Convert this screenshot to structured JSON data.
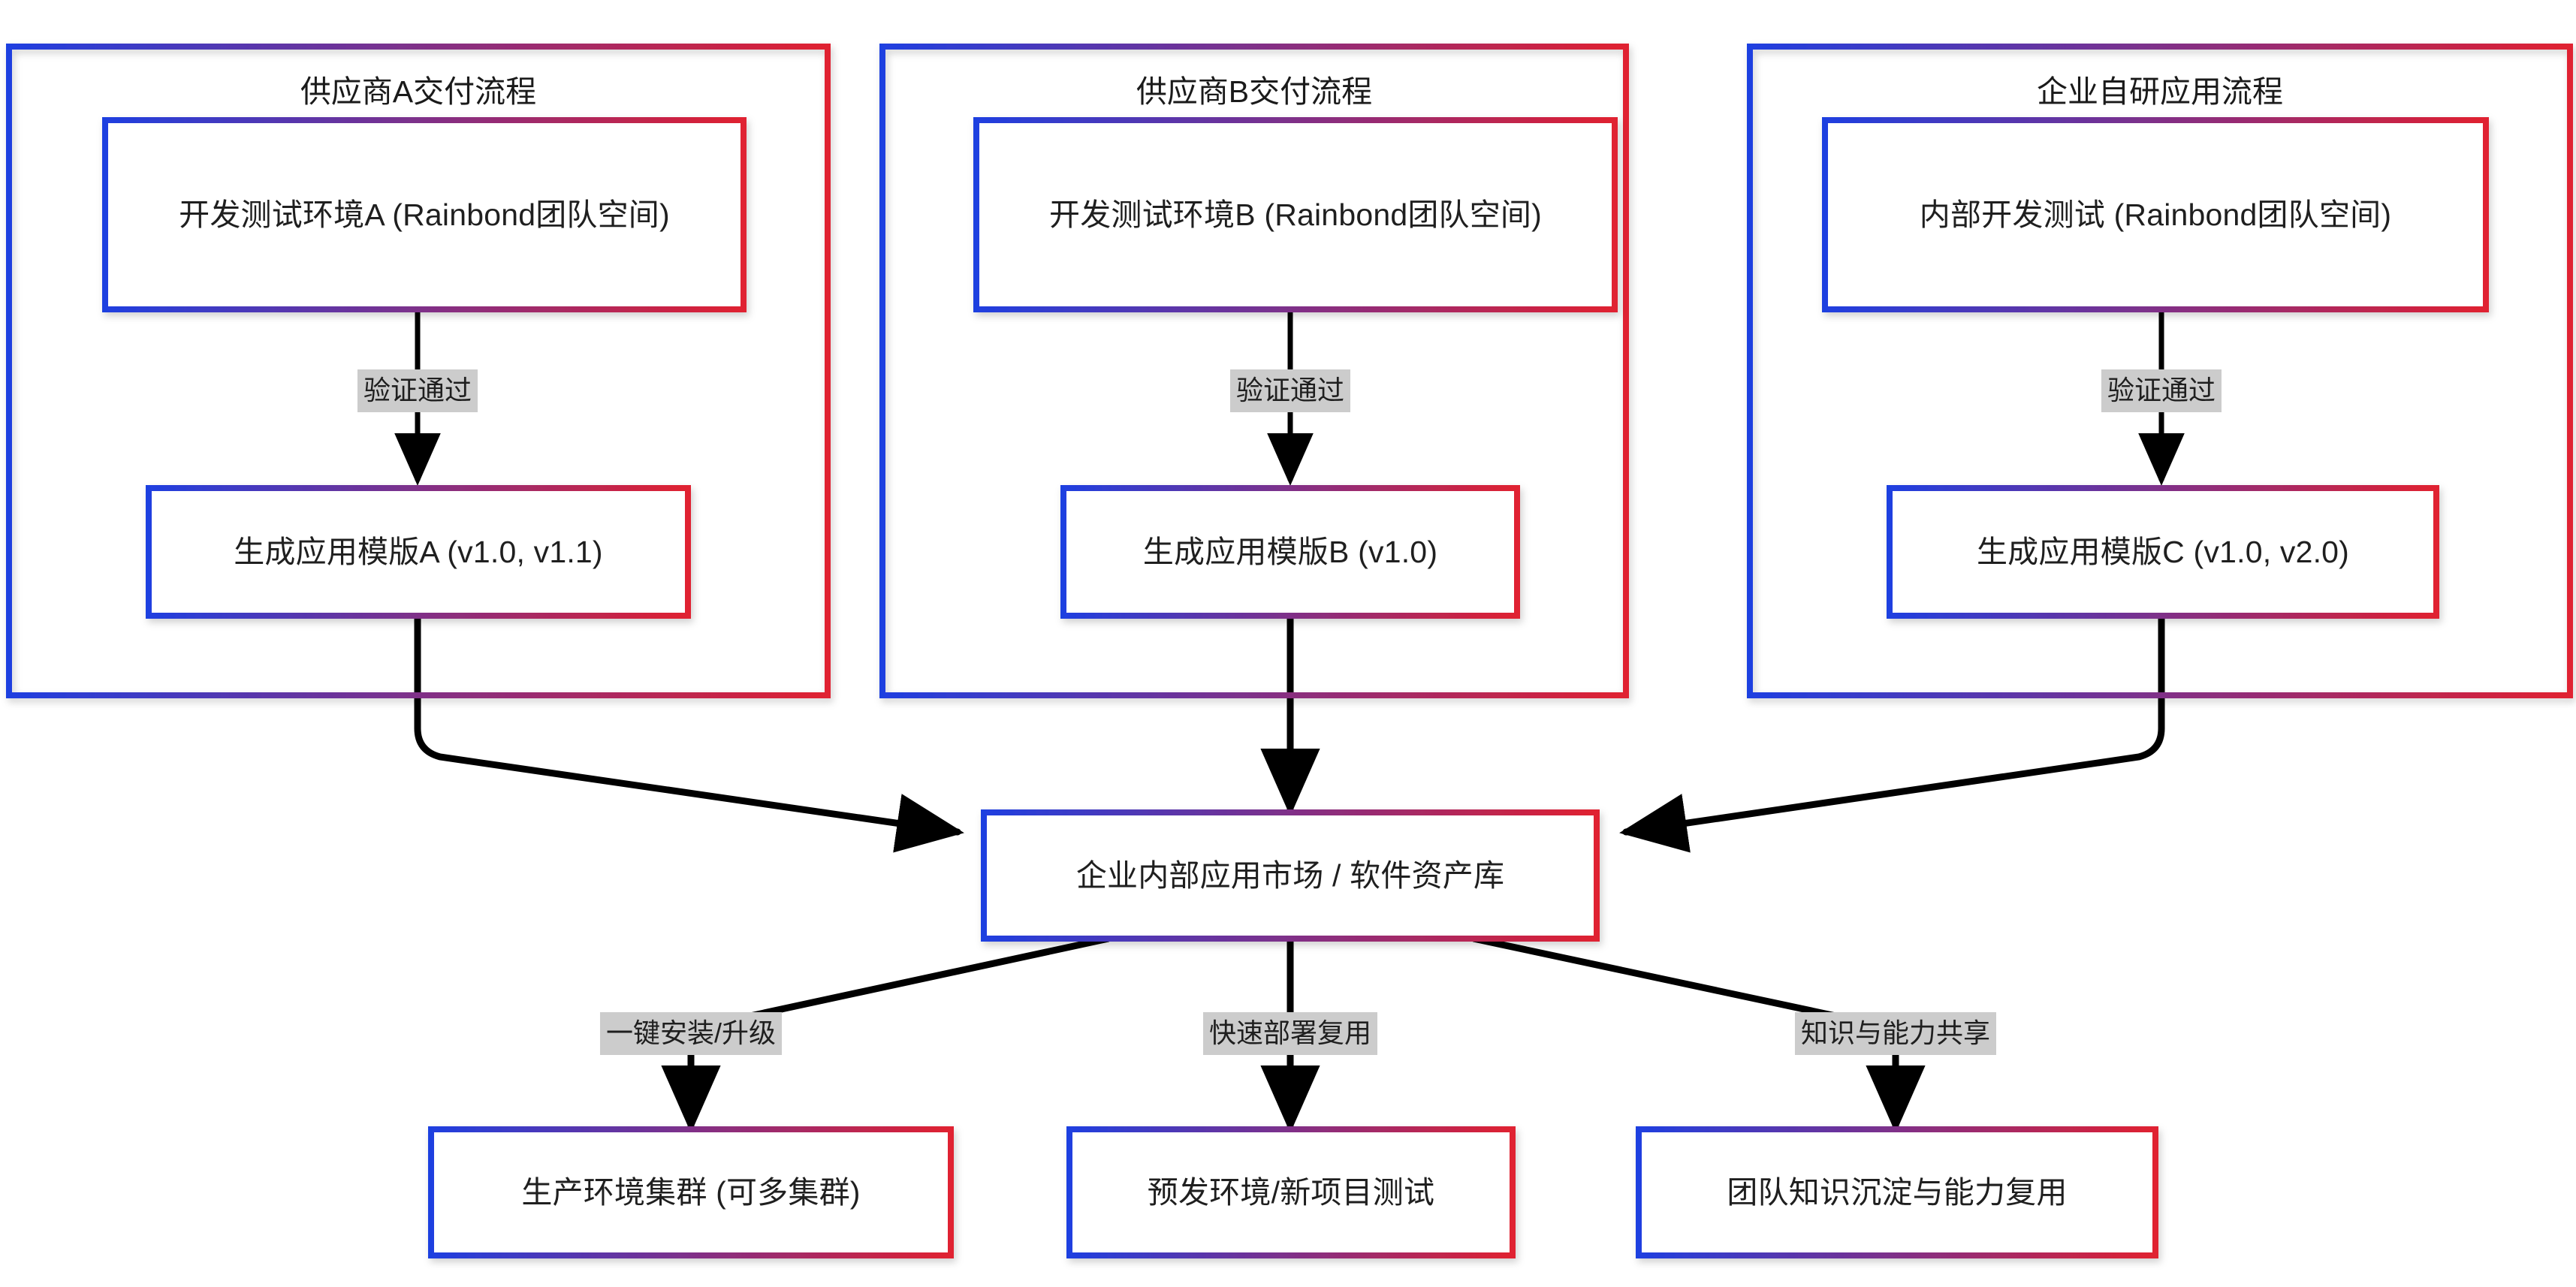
{
  "diagram": {
    "type": "flowchart",
    "direction": "top-down",
    "background": "#ffffff",
    "style": {
      "node_border_gradient_start": "#1f3fe0",
      "node_border_gradient_end": "#e02030",
      "node_fill": "#ffffff",
      "edge_color": "#000000",
      "edge_label_background": "#cccccc",
      "text_color": "#1f1f1f"
    },
    "subgraphs": [
      {
        "id": "supplier-a",
        "title": "供应商A交付流程",
        "nodes": [
          "devtest-a",
          "template-a"
        ]
      },
      {
        "id": "supplier-b",
        "title": "供应商B交付流程",
        "nodes": [
          "devtest-b",
          "template-b"
        ]
      },
      {
        "id": "self-developed",
        "title": "企业自研应用流程",
        "nodes": [
          "devtest-internal",
          "template-c"
        ]
      }
    ],
    "nodes": [
      {
        "id": "devtest-a",
        "label": "开发测试环境A (Rainbond团队空间)"
      },
      {
        "id": "template-a",
        "label": "生成应用模版A (v1.0, v1.1)"
      },
      {
        "id": "devtest-b",
        "label": "开发测试环境B (Rainbond团队空间)"
      },
      {
        "id": "template-b",
        "label": "生成应用模版B (v1.0)"
      },
      {
        "id": "devtest-internal",
        "label": "内部开发测试 (Rainbond团队空间)"
      },
      {
        "id": "template-c",
        "label": "生成应用模版C (v1.0, v2.0)"
      },
      {
        "id": "app-market",
        "label": "企业内部应用市场 / 软件资产库"
      },
      {
        "id": "prod-cluster",
        "label": "生产环境集群 (可多集群)"
      },
      {
        "id": "staging",
        "label": "预发环境/新项目测试"
      },
      {
        "id": "knowledge",
        "label": "团队知识沉淀与能力复用"
      }
    ],
    "edges": [
      {
        "from": "devtest-a",
        "to": "template-a",
        "label": "验证通过"
      },
      {
        "from": "devtest-b",
        "to": "template-b",
        "label": "验证通过"
      },
      {
        "from": "devtest-internal",
        "to": "template-c",
        "label": "验证通过"
      },
      {
        "from": "template-a",
        "to": "app-market",
        "label": ""
      },
      {
        "from": "template-b",
        "to": "app-market",
        "label": ""
      },
      {
        "from": "template-c",
        "to": "app-market",
        "label": ""
      },
      {
        "from": "app-market",
        "to": "prod-cluster",
        "label": "一键安装/升级"
      },
      {
        "from": "app-market",
        "to": "staging",
        "label": "快速部署复用"
      },
      {
        "from": "app-market",
        "to": "knowledge",
        "label": "知识与能力共享"
      }
    ]
  }
}
